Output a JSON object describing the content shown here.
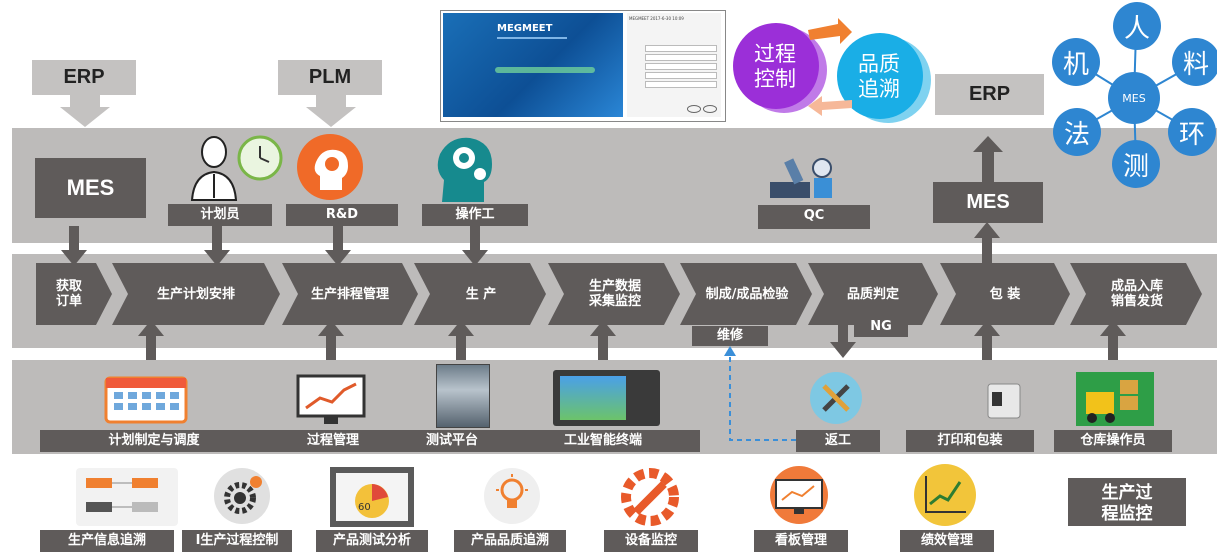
{
  "top": {
    "erp_left": "ERP",
    "plm": "PLM",
    "erp_right": "ERP"
  },
  "login_window": {
    "brand": "MEGMEET",
    "subtitle": "MEGMEET  2017-6-30 10:09"
  },
  "bubbles": {
    "process_control": "过程\n控制",
    "quality_trace": "品质\n追溯"
  },
  "wheel": {
    "center": "MES",
    "items": [
      "人",
      "料",
      "环",
      "测",
      "法",
      "机"
    ]
  },
  "roles_band": {
    "mes_left": "MES",
    "planner": "计划员",
    "rd": "R&D",
    "operator": "操作工",
    "qc": "QC",
    "mes_right": "MES"
  },
  "process_flow": {
    "steps": [
      "获取\n订单",
      "生产计划安排",
      "生产排程管理",
      "生 产",
      "生产数据\n采集监控",
      "制成/成品检验",
      "品质判定",
      "包 装",
      "成品入库\n销售发货"
    ],
    "repair": "维修",
    "ng": "NG"
  },
  "tools_band": {
    "labels": [
      "计划制定与调度",
      "过程管理",
      "测试平台",
      "工业智能终端",
      "返工",
      "打印和包装",
      "仓库操作员"
    ]
  },
  "functions": {
    "items": [
      "生产信息追溯",
      "I生产过程控制",
      "产品测试分析",
      "产品品质追溯",
      "设备监控",
      "看板管理",
      "绩效管理"
    ],
    "title": "生产过\n程监控",
    "pie_value": "60"
  },
  "colors": {
    "band": "#bfbdbc",
    "dark_box": "#5f5b5a",
    "wheel_blue": "#2e86d1",
    "purple": "#9b2fd8",
    "cyan": "#1aaee6",
    "orange": "#f08030"
  }
}
